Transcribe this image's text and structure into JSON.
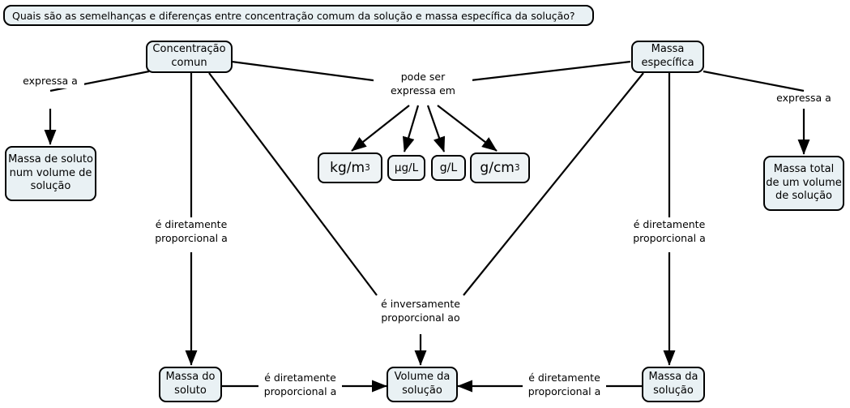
{
  "question": {
    "text": "Quais são as semelhanças e diferenças entre concentração comum da solução e massa específica da solução?"
  },
  "colors": {
    "node_fill": "#e9f1f4",
    "node_border": "#000000",
    "page_background": "#ffffff",
    "edge": "#000000",
    "text": "#000000"
  },
  "concepts": {
    "concentracao_comum": "Concentração\ncomun",
    "massa_especifica": "Massa\nespecífica",
    "massa_de_soluto": "Massa de soluto\nnum volume de\nsolução",
    "massa_total": "Massa total\nde um volume\nde solução",
    "massa_do_soluto": "Massa do\nsoluto",
    "volume_da_solucao": "Volume da\nsolução",
    "massa_da_solucao": "Massa da\nsolução"
  },
  "units": {
    "kg_m3": {
      "base": "kg/m",
      "exp": "3"
    },
    "ug_l": {
      "base": "μg/L",
      "exp": ""
    },
    "g_l": {
      "base": "g/L",
      "exp": ""
    },
    "g_cm3": {
      "base": "g/cm",
      "exp": "3"
    }
  },
  "link_labels": {
    "expressa_a_left": "expressa a",
    "expressa_a_right": "expressa a",
    "pode_ser_expressa_em": "pode ser\nexpressa em",
    "diretamente_left": "é diretamente\nproporcional a",
    "diretamente_right": "é diretamente\nproporcional a",
    "inversamente": "é inversamente\nproporcional ao",
    "diretamente_bottom_left": "é diretamente\nproporcional a",
    "diretamente_bottom_right": "é diretamente\nproporcional a"
  }
}
